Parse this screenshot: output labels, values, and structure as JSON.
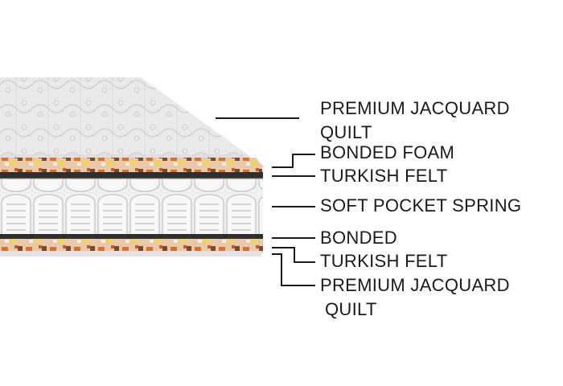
{
  "labels": {
    "quilt_top_line1": "PREMIUM JACQUARD",
    "quilt_top_line2": "QUILT",
    "bonded_foam": "BONDED FOAM",
    "turkish_felt_top": "TURKISH FELT",
    "soft_pocket_spring": "SOFT POCKET SPRING",
    "bonded": "BONDED",
    "turkish_felt_bottom": "TURKISH FELT",
    "quilt_bottom_line1": "PREMIUM JACQUARD",
    "quilt_bottom_line2": "QUILT"
  },
  "colors": {
    "quilt_fabric": "#ece9ea",
    "foam_orange": "#e08a4a",
    "foam_yellow": "#f2d64a",
    "felt_dark": "#2f2f2f",
    "spring_fabric": "#f1f1f1",
    "leader_line": "#1a1a1a"
  }
}
